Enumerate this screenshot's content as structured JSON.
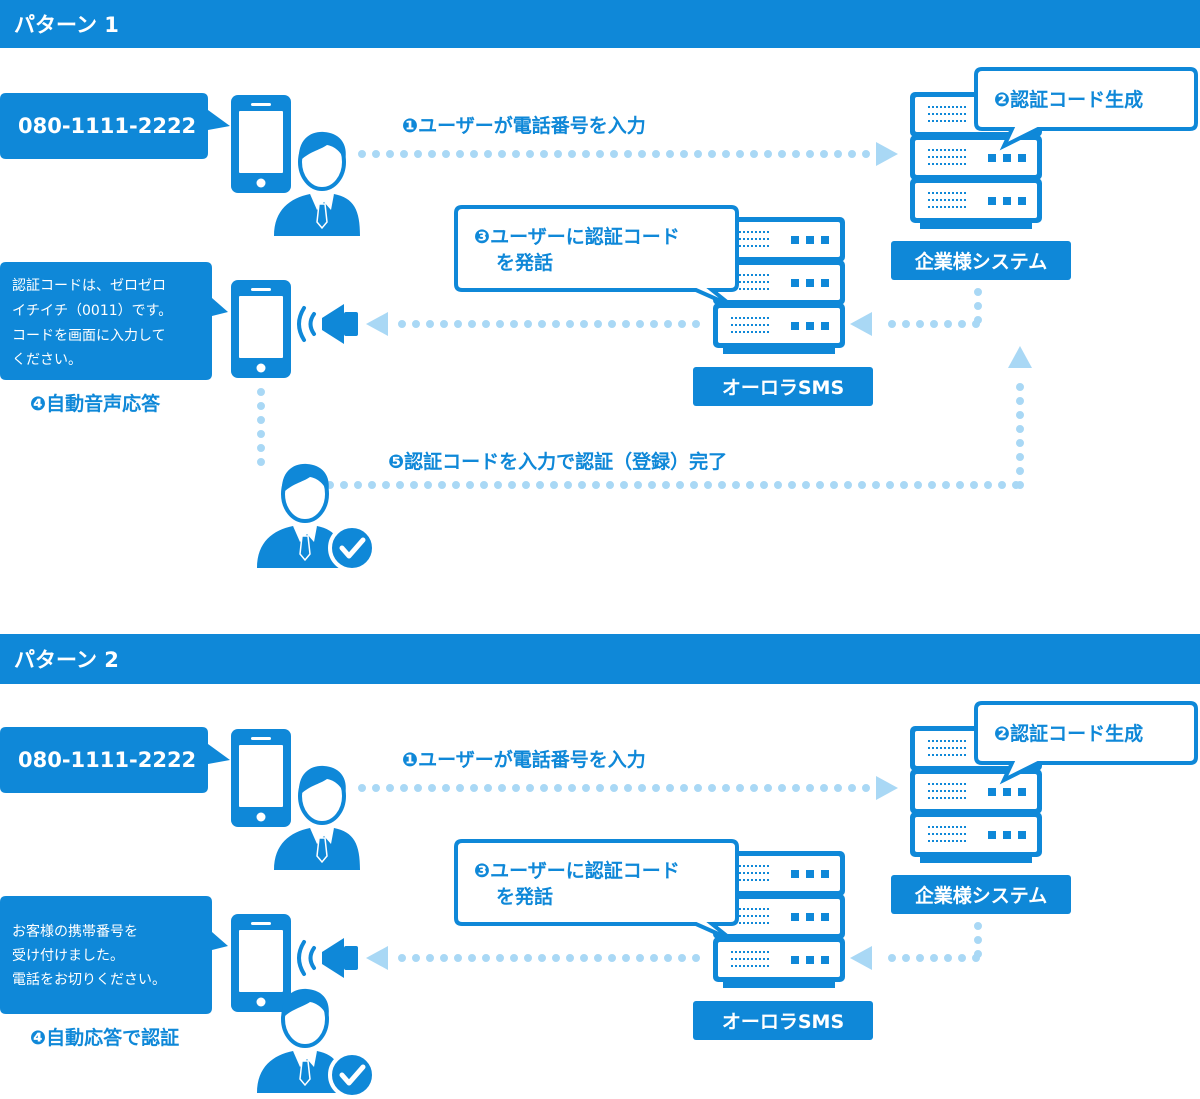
{
  "colors": {
    "primary": "#0f88d8",
    "dots": "#a9d8f5",
    "white": "#ffffff"
  },
  "patterns": [
    {
      "title": "パターン 1",
      "phone_number": "080-1111-2222",
      "step1": "❶ユーザーが電話番号を入力",
      "step2": "❷認証コード生成",
      "step3_line1": "❸ユーザーに認証コード",
      "step3_line2": "を発話",
      "system_label": "企業様システム",
      "sms_label": "オーロラSMS",
      "message_lines": [
        "認証コードは、ゼロゼロ",
        "イチイチ（0011）です。",
        "コードを画面に入力して",
        "ください。"
      ],
      "step4": "❹自動音声応答",
      "step5": "❺認証コードを入力で認証（登録）完了"
    },
    {
      "title": "パターン 2",
      "phone_number": "080-1111-2222",
      "step1": "❶ユーザーが電話番号を入力",
      "step2": "❷認証コード生成",
      "step3_line1": "❸ユーザーに認証コード",
      "step3_line2": "を発話",
      "system_label": "企業様システム",
      "sms_label": "オーロラSMS",
      "message_lines": [
        "お客様の携帯番号を",
        "受け付けました。",
        "電話をお切りください。"
      ],
      "step4": "❹自動応答で認証"
    }
  ]
}
